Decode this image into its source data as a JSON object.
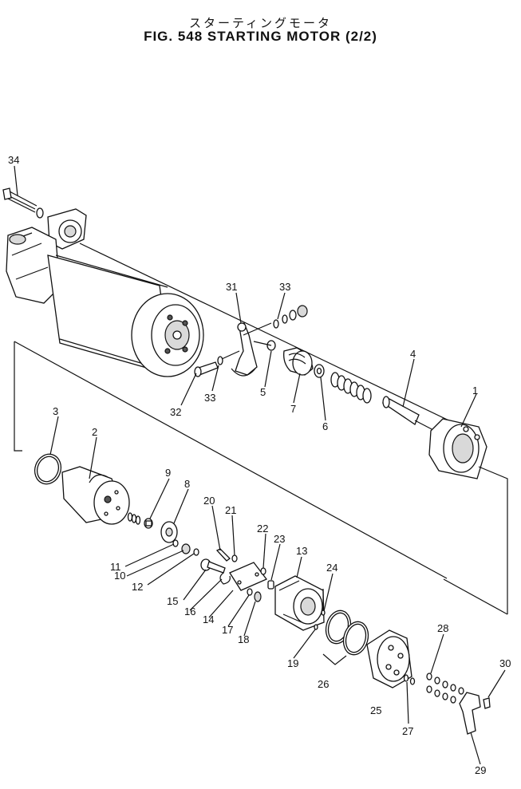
{
  "header": {
    "japanese_title": "スターティングモータ",
    "figure_title": "FIG. 548  STARTING MOTOR (2/2)"
  },
  "callouts": [
    "1",
    "2",
    "3",
    "4",
    "5",
    "6",
    "7",
    "8",
    "9",
    "10",
    "11",
    "12",
    "13",
    "14",
    "15",
    "16",
    "17",
    "18",
    "19",
    "20",
    "21",
    "22",
    "23",
    "24",
    "25",
    "26",
    "27",
    "28",
    "29",
    "30",
    "31",
    "32",
    "33",
    "33",
    "34"
  ]
}
